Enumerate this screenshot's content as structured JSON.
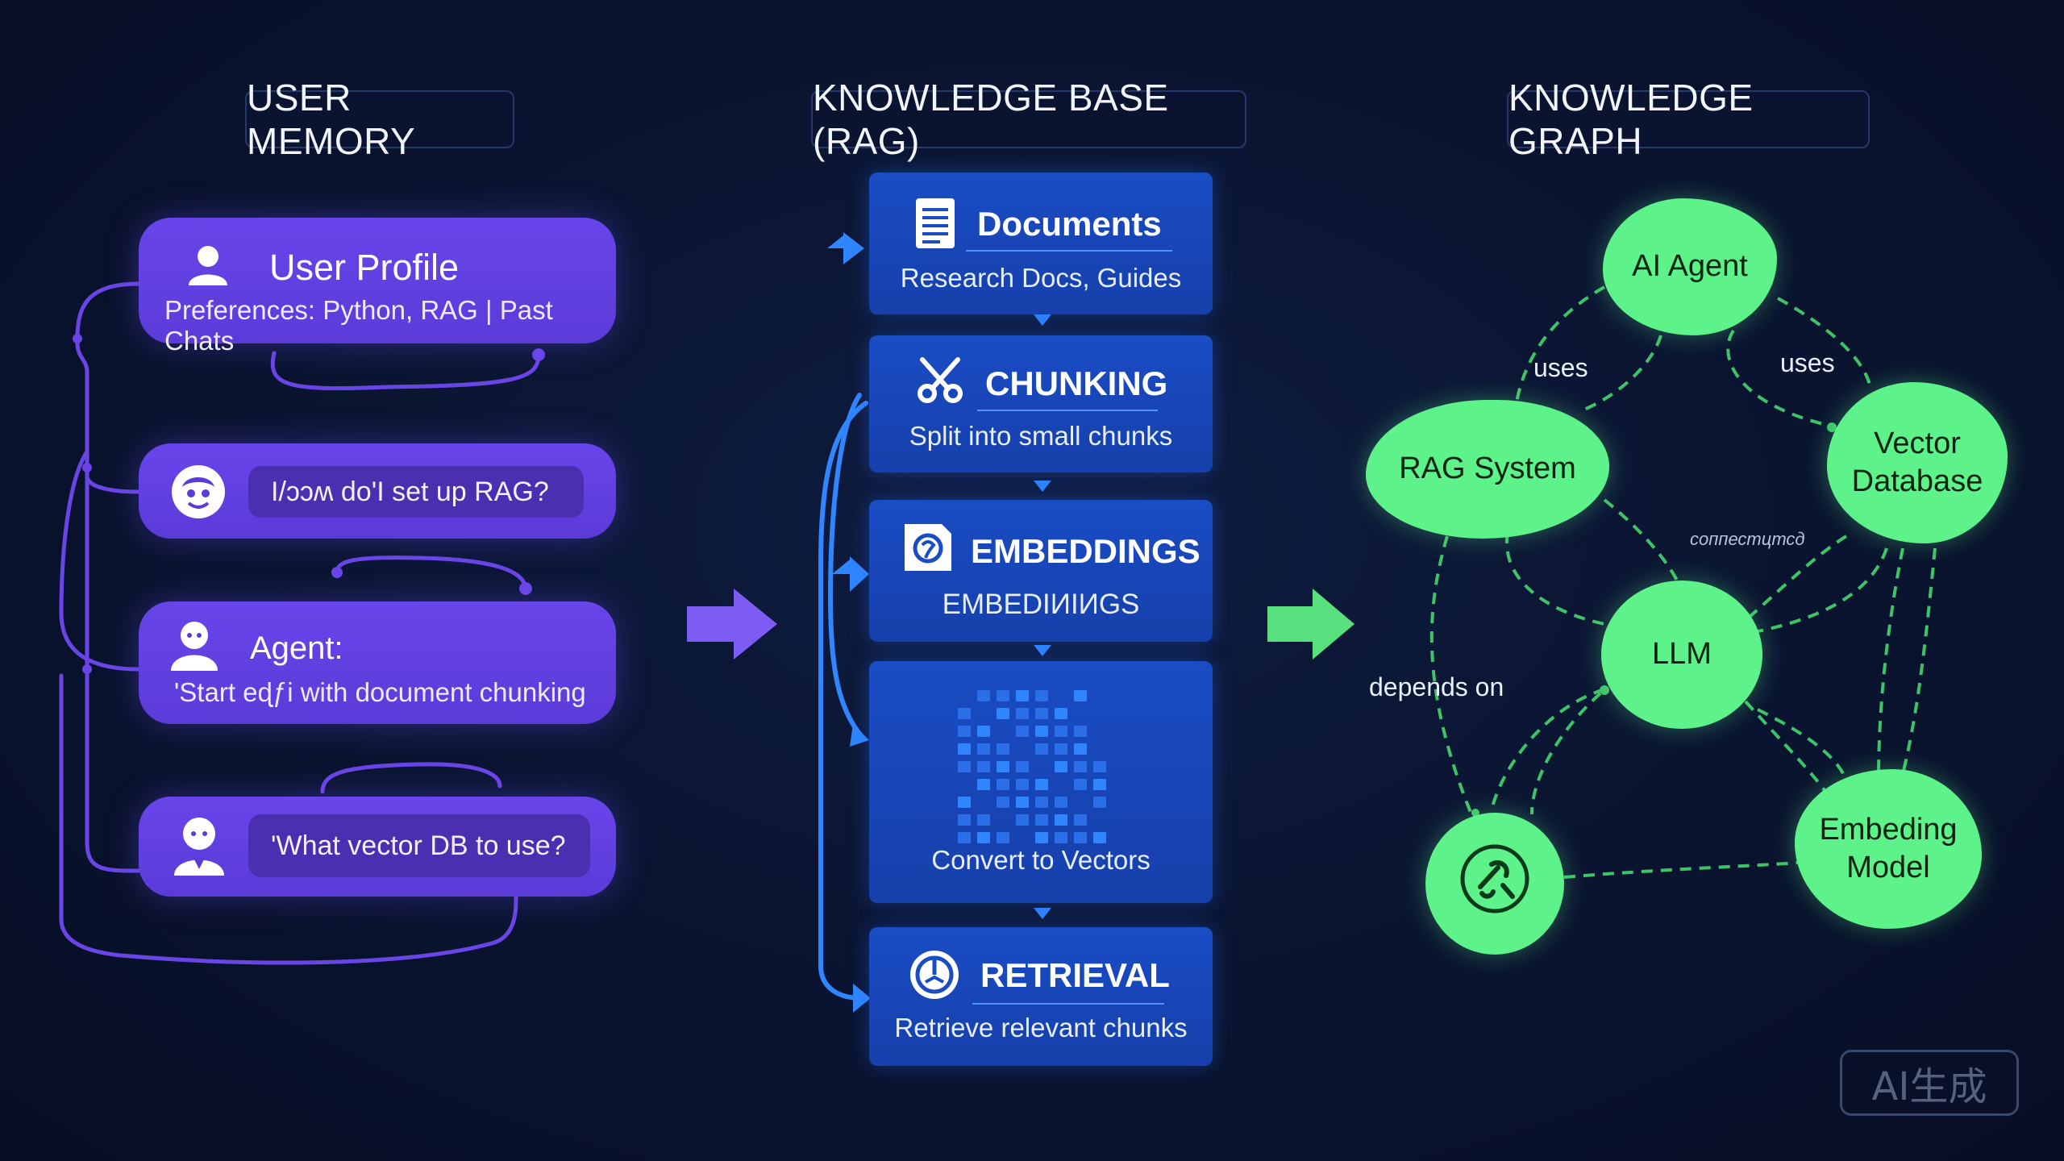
{
  "sections": {
    "user_memory": "USER MEMORY",
    "knowledge_base": "KNOWLEDGE BASE (RAG)",
    "knowledge_graph": "KNOWLEDGE GRAPH"
  },
  "user_memory": {
    "profile": {
      "title": "User Profile",
      "detail": "Preferences: Python, RAG | Past Chats"
    },
    "messages": [
      {
        "text": "I/ɔɔʍ do'I set up RAG?"
      },
      {
        "label": "Agent:",
        "text": "'Start eɖƒi with document chunking"
      },
      {
        "text": "'What vector DB to use?"
      }
    ]
  },
  "knowledge_base": {
    "steps": [
      {
        "title": "Documents",
        "subtitle": "Research Docs, Guides"
      },
      {
        "title": "CHUNKING",
        "subtitle": "Split into small chunks"
      },
      {
        "title": "EMBEDDINGS",
        "subtitle": "EMBEDIИIИGS"
      },
      {
        "subtitle": "Convert to Vectors"
      },
      {
        "title": "RETRIEVAL",
        "subtitle": "Retrieve relevant chunks"
      }
    ]
  },
  "knowledge_graph": {
    "nodes": {
      "ai_agent": "AI Agent",
      "rag_system": "RAG System",
      "vector_db": "Vector Database",
      "llm": "LLM",
      "embedding_model": "Embeding Model"
    },
    "edge_labels": {
      "uses_left": "uses",
      "uses_right": "uses",
      "connects": "соппестцтсд",
      "depends_on": "depends on"
    }
  },
  "watermark": "AI生成",
  "colors": {
    "background": "#0a1430",
    "purple_card": "#6845ea",
    "blue_card": "#1a4cc4",
    "graph_node": "#5ef38a",
    "purple_arrow": "#7c5cf2",
    "green_arrow": "#59e07e",
    "flow_blue": "#2f86ff"
  },
  "icons": [
    "user-icon",
    "avatar-face-icon",
    "agent-avatar-icon",
    "document-icon",
    "scissors-icon",
    "embedding-chip-icon",
    "vector-grid-icon",
    "retrieval-gauge-icon",
    "tool-node-icon"
  ]
}
